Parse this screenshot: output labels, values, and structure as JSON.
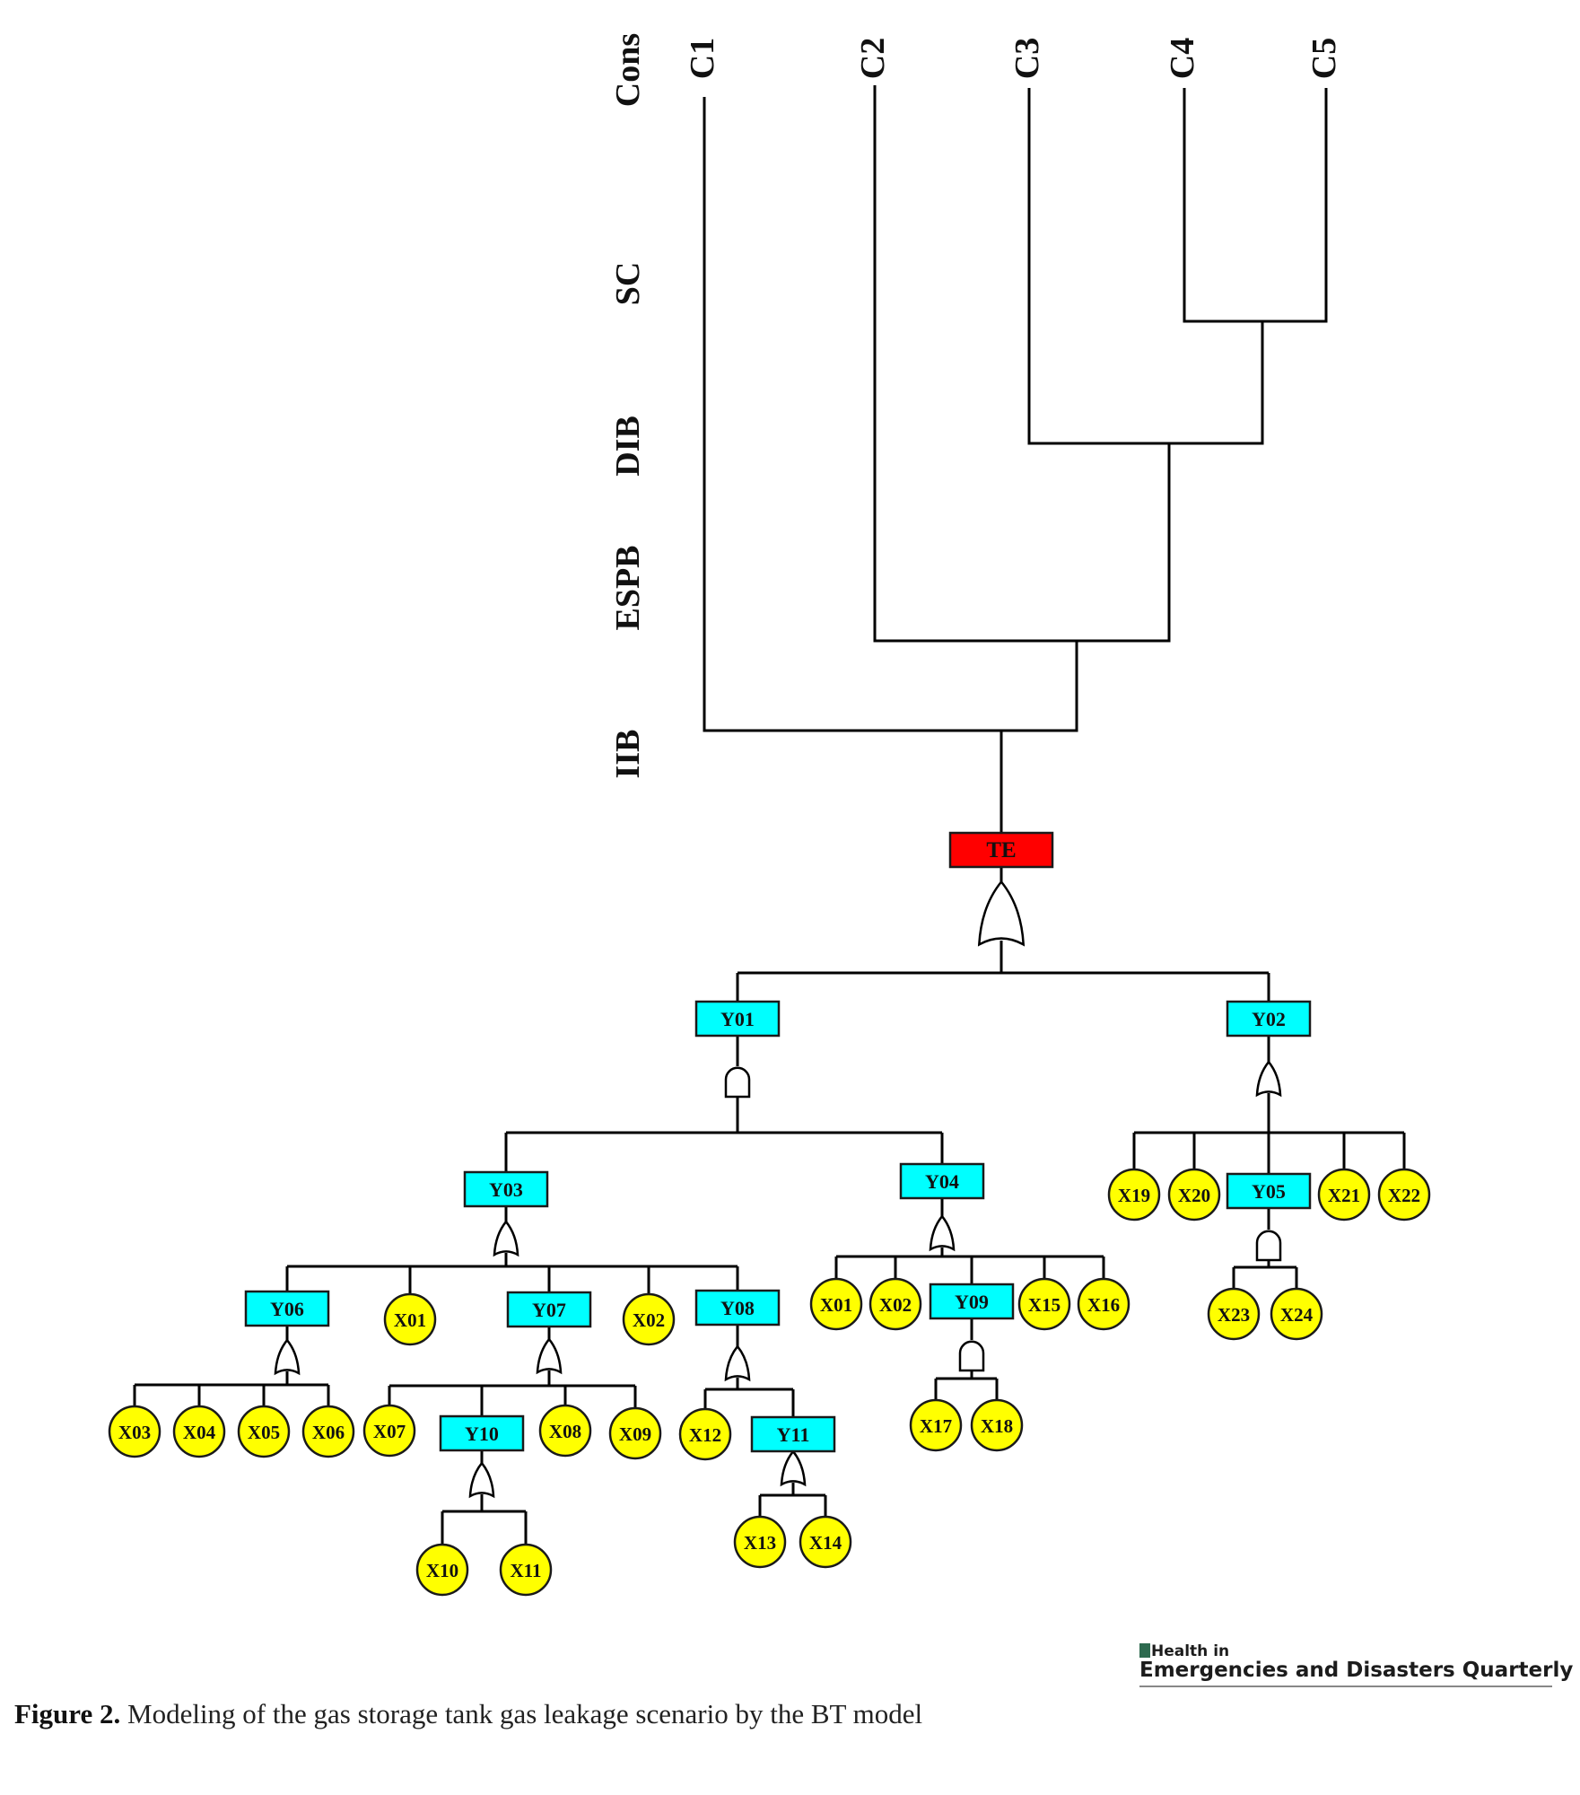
{
  "axis_labels": [
    "Cons",
    "SC",
    "DIB",
    "ESPB",
    "IIB"
  ],
  "consequences": [
    "C1",
    "C2",
    "C3",
    "C4",
    "C5"
  ],
  "top_event": "TE",
  "intermediate_events": [
    "Y01",
    "Y02",
    "Y03",
    "Y04",
    "Y05",
    "Y06",
    "Y07",
    "Y08",
    "Y09",
    "Y10",
    "Y11"
  ],
  "basic_events": [
    "X01",
    "X02",
    "X03",
    "X04",
    "X05",
    "X06",
    "X07",
    "X08",
    "X09",
    "X10",
    "X11",
    "X12",
    "X13",
    "X14",
    "X15",
    "X16",
    "X17",
    "X18",
    "X19",
    "X20",
    "X21",
    "X22",
    "X23",
    "X24"
  ],
  "gates": {
    "TE": "OR",
    "Y01": "AND",
    "Y02": "OR",
    "Y03": "OR",
    "Y04": "OR",
    "Y05": "AND",
    "Y06": "OR",
    "Y07": "OR",
    "Y08": "OR",
    "Y09": "AND",
    "Y10": "OR",
    "Y11": "OR"
  },
  "tree": {
    "TE": [
      "Y01",
      "Y02"
    ],
    "Y01": [
      "Y03",
      "Y04"
    ],
    "Y02": [
      "X19",
      "X20",
      "Y05",
      "X21",
      "X22"
    ],
    "Y03": [
      "Y06",
      "X01",
      "Y07",
      "X02",
      "Y08"
    ],
    "Y04": [
      "X01",
      "X02",
      "Y09",
      "X15",
      "X16"
    ],
    "Y05": [
      "X23",
      "X24"
    ],
    "Y06": [
      "X03",
      "X04",
      "X05",
      "X06"
    ],
    "Y07": [
      "X07",
      "Y10",
      "X08",
      "X09"
    ],
    "Y08": [
      "X12",
      "Y11"
    ],
    "Y09": [
      "X17",
      "X18"
    ],
    "Y10": [
      "X10",
      "X11"
    ],
    "Y11": [
      "X13",
      "X14"
    ]
  },
  "colors": {
    "top_event": "#ff0000",
    "intermediate": "#00ffff",
    "basic": "#ffff00",
    "line": "#000000"
  },
  "logo": {
    "line1": "Health in",
    "line2": "Emergencies and Disasters Quarterly"
  },
  "caption": {
    "label": "Figure 2.",
    "text": "Modeling of the gas storage tank gas leakage scenario by the BT model"
  }
}
